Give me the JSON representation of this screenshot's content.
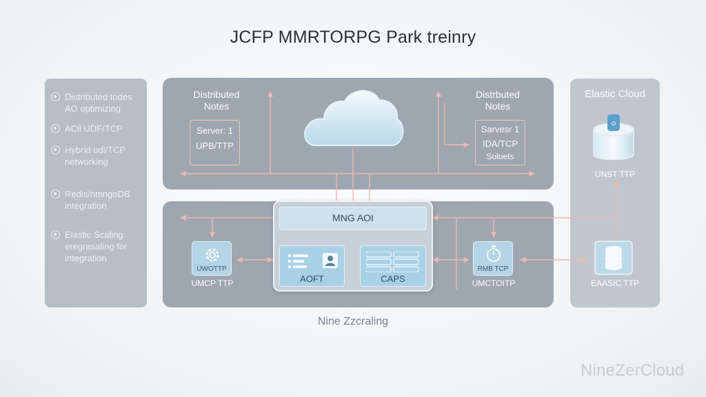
{
  "title": "JCFP MMRTORPG Park treinry",
  "sidebar": {
    "items": [
      "Distributed todes AO optimizing",
      "ACil UDF/TCP",
      "Hybrid udl/TCP networking",
      "Redis/nmngoDB integration",
      "Elastic Scaling eregrasaling for integration"
    ]
  },
  "top_panel": {
    "left_heading": "Distributed Notes",
    "right_heading": "Distrbuted Notes",
    "left_server": {
      "line1": "Server: 1",
      "line2": "UPB/TTP"
    },
    "right_server": {
      "line1": "Sarvesr 1",
      "line2": "IDA/TCP",
      "line3": "Soluets"
    }
  },
  "center": {
    "mng_label": "MNG AOI",
    "aoft_label": "AOFT",
    "caps_label": "CAPS"
  },
  "services": {
    "left_inner": "UWOTTP",
    "left_caption": "UMCP TTP",
    "right_inner": "RMB TCP",
    "right_caption": "UMCTOITP"
  },
  "right_panel": {
    "heading": "Elastic Cloud",
    "top_caption": "UNST TTP",
    "bottom_caption": "EAASIC TTP"
  },
  "footer": "Nine Zzcraling",
  "watermark": "NineZerCloud",
  "colors": {
    "panel": "#9ea6b0",
    "connector": "#f0b8ad",
    "accent_blue": "#a9d1e6"
  },
  "icons": [
    "cloud-icon",
    "gear-icon",
    "stopwatch-icon",
    "database-icon",
    "cylinder-icon",
    "list-icon",
    "user-icon"
  ]
}
